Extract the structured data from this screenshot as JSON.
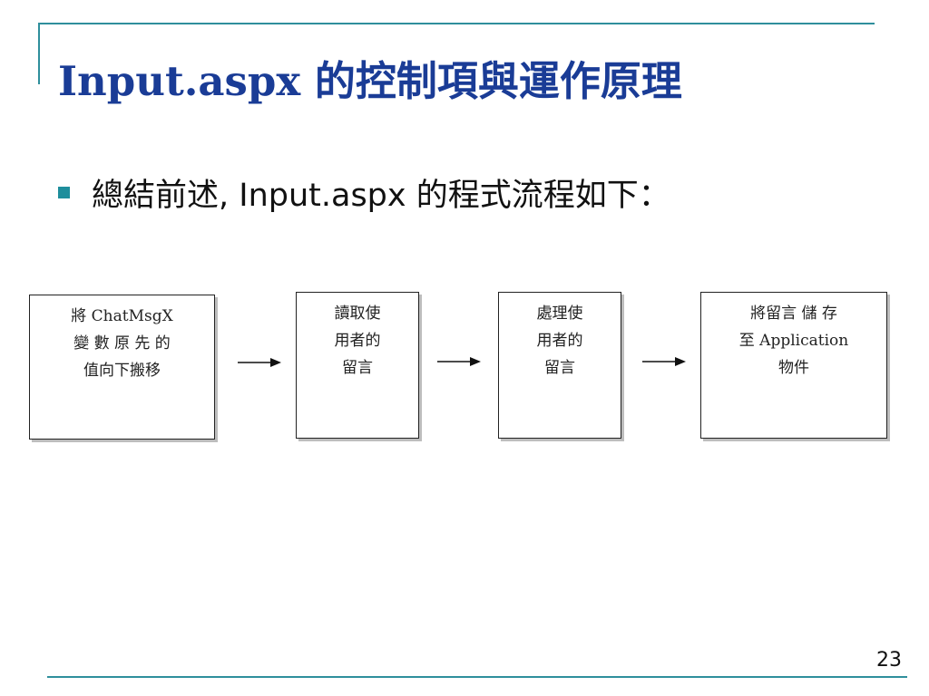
{
  "slide": {
    "title": "Input.aspx 的控制項與運作原理",
    "bullet_text": "總結前述, Input.aspx 的程式流程如下：",
    "page_number": "23"
  },
  "flowchart": {
    "steps": [
      {
        "lines": [
          "將 ChatMsgX",
          "變 數 原 先 的",
          "值向下搬移"
        ]
      },
      {
        "lines": [
          "讀取使",
          "用者的",
          "留言"
        ]
      },
      {
        "lines": [
          "處理使",
          "用者的",
          "留言"
        ]
      },
      {
        "lines": [
          "將留言 儲 存",
          "至 Application",
          "物件"
        ]
      }
    ]
  },
  "colors": {
    "title": "#1a3c96",
    "accent_rule": "#2f8f9c",
    "bullet": "#1e8e9c"
  }
}
